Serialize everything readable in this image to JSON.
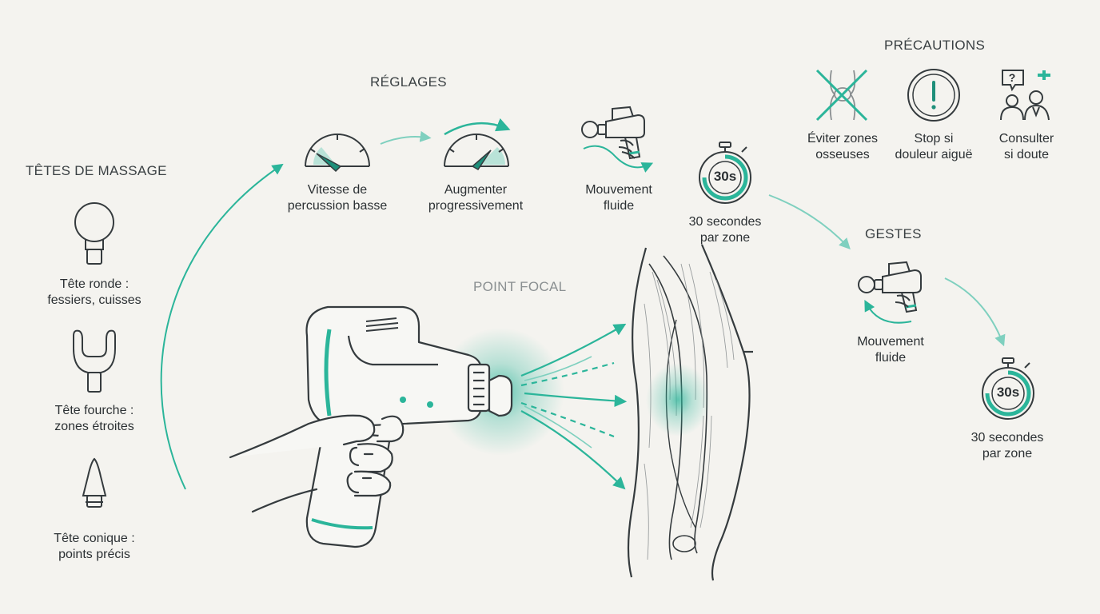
{
  "colors": {
    "accent": "#2bb59a",
    "ink": "#353b3e",
    "background": "#f4f3ef",
    "muted": "#8a8f91"
  },
  "heads": {
    "title": "TÊTES DE MASSAGE",
    "round": {
      "line1": "Tête ronde :",
      "line2": "fessiers, cuisses",
      "icon": "round-head-icon"
    },
    "fork": {
      "line1": "Tête fourche :",
      "line2": "zones étroites",
      "icon": "fork-head-icon"
    },
    "cone": {
      "line1": "Tête conique :",
      "line2": "points précis",
      "icon": "cone-head-icon"
    }
  },
  "settings": {
    "title": "RÉGLAGES",
    "speed": {
      "line1": "Vitesse de",
      "line2": "percussion basse",
      "icon": "gauge-low-icon"
    },
    "increase": {
      "line1": "Augmenter",
      "line2": "progressivement",
      "icon": "gauge-high-icon"
    },
    "movement": {
      "line1": "Mouvement",
      "line2": "fluide",
      "icon": "massage-gun-motion-icon"
    },
    "timer": {
      "badge": "30s",
      "line1": "30 secondes",
      "line2": "par zone",
      "icon": "stopwatch-icon"
    }
  },
  "focal": {
    "title": "POINT FOCAL"
  },
  "precautions": {
    "title": "PRÉCAUTIONS",
    "bones": {
      "line1": "Éviter zones",
      "line2": "osseuses",
      "icon": "crossed-knee-icon"
    },
    "pain": {
      "line1": "Stop si",
      "line2": "douleur aiguë",
      "icon": "warning-icon"
    },
    "consult": {
      "line1": "Consulter",
      "line2": "si doute",
      "badge": "?",
      "icon": "doctor-consult-icon"
    }
  },
  "gestures": {
    "title": "GESTES",
    "movement": {
      "line1": "Mouvement",
      "line2": "fluide",
      "icon": "massage-gun-motion-icon"
    },
    "timer": {
      "badge": "30s",
      "line1": "30 secondes",
      "line2": "par zone",
      "icon": "stopwatch-icon"
    }
  }
}
